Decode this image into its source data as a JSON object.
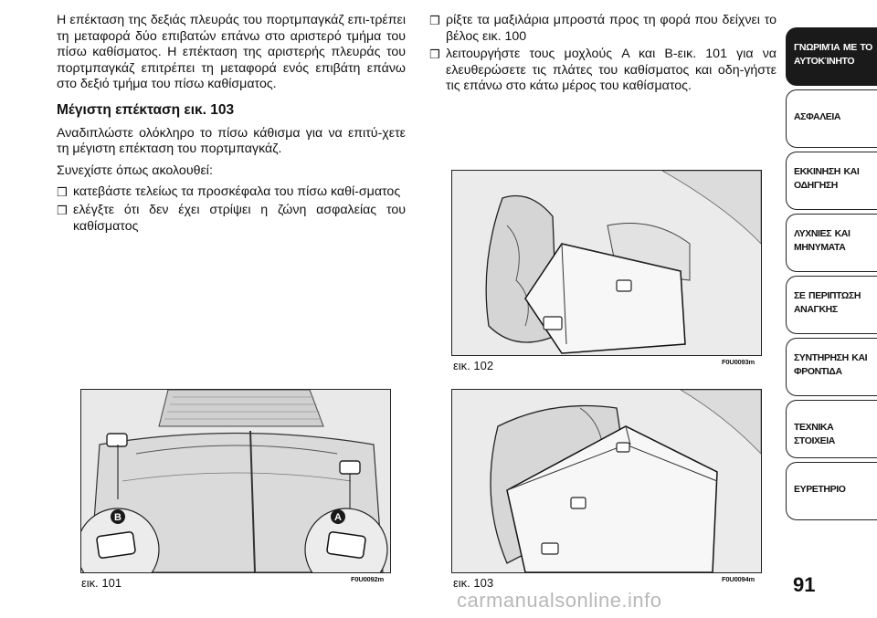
{
  "left_column": {
    "para1": "Η επέκταση της δεξιάς πλευράς του πορτμπαγκάζ επι-τρέπει τη μεταφορά δύο επιβατών επάνω στο αριστερό τμήμα του πίσω καθίσματος. Η επέκταση της αριστερής πλευράς του πορτμπαγκάζ επιτρέπει τη μεταφορά ενός επιβάτη επάνω στο δεξιό τμήμα του πίσω καθίσματος.",
    "heading": "Μέγιστη επέκταση εικ. 103",
    "para2": "Αναδιπλώστε ολόκληρο το πίσω κάθισμα για να επιτύ-χετε τη μέγιστη επέκταση του πορτμπαγκάζ.",
    "para3": "Συνεχίστε όπως ακολουθεί:",
    "bullets": [
      "κατεβάστε τελείως τα προσκέφαλα του πίσω καθί-σματος",
      "ελέγξτε ότι δεν έχει στρίψει η ζώνη ασφαλείας του καθίσματος"
    ]
  },
  "mid_column": {
    "bullets": [
      "ρίξτε τα μαξιλάρια μπροστά προς τη φορά που δείχνει το βέλος εικ. 100",
      "λειτουργήστε τους μοχλούς A και B-εικ. 101 για να ελευθερώσετε τις πλάτες του καθίσματος και οδη-γήστε τις επάνω στο κάτω μέρος του καθίσματος."
    ]
  },
  "bullet_glyph": "❒",
  "figures": {
    "fig101": {
      "caption": "εικ. 101",
      "code": "F0U0092m",
      "label_a": "A",
      "label_b": "B"
    },
    "fig102": {
      "caption": "εικ. 102",
      "code": "F0U0093m"
    },
    "fig103": {
      "caption": "εικ. 103",
      "code": "F0U0094m"
    }
  },
  "side_tabs": [
    {
      "label": "ΓΝΩΡΙΜΊΑ ΜΕ ΤΟ ΑΥΤΟΚΊΝΗΤΟ",
      "active": true
    },
    {
      "label": "ΑΣΦΑΛΕΙΑ",
      "active": false
    },
    {
      "label": "ΕΚΚΙΝΗΣΗ ΚΑΙ ΟΔΗΓΗΣΗ",
      "active": false
    },
    {
      "label": "ΛΥΧΝΙΕΣ ΚΑΙ ΜΗΝΥΜΑΤΑ",
      "active": false
    },
    {
      "label": "ΣΕ ΠΕΡΙΠΤΩΣΗ ΑΝΑΓΚΗΣ",
      "active": false
    },
    {
      "label": "ΣΥΝΤΗΡΗΣΗ ΚΑΙ ΦΡΟΝΤΙΔΑ",
      "active": false
    },
    {
      "label": "ΤΕΧΝΙΚΑ ΣΤΟΙΧΕΙΑ",
      "active": false
    },
    {
      "label": "ΕΥΡΕΤΗΡΙΟ",
      "active": false
    }
  ],
  "page_number": "91",
  "watermark": "carmanualsonline.info",
  "colors": {
    "active_tab": "#1a1a1a",
    "marker": "#1a1a1a"
  }
}
